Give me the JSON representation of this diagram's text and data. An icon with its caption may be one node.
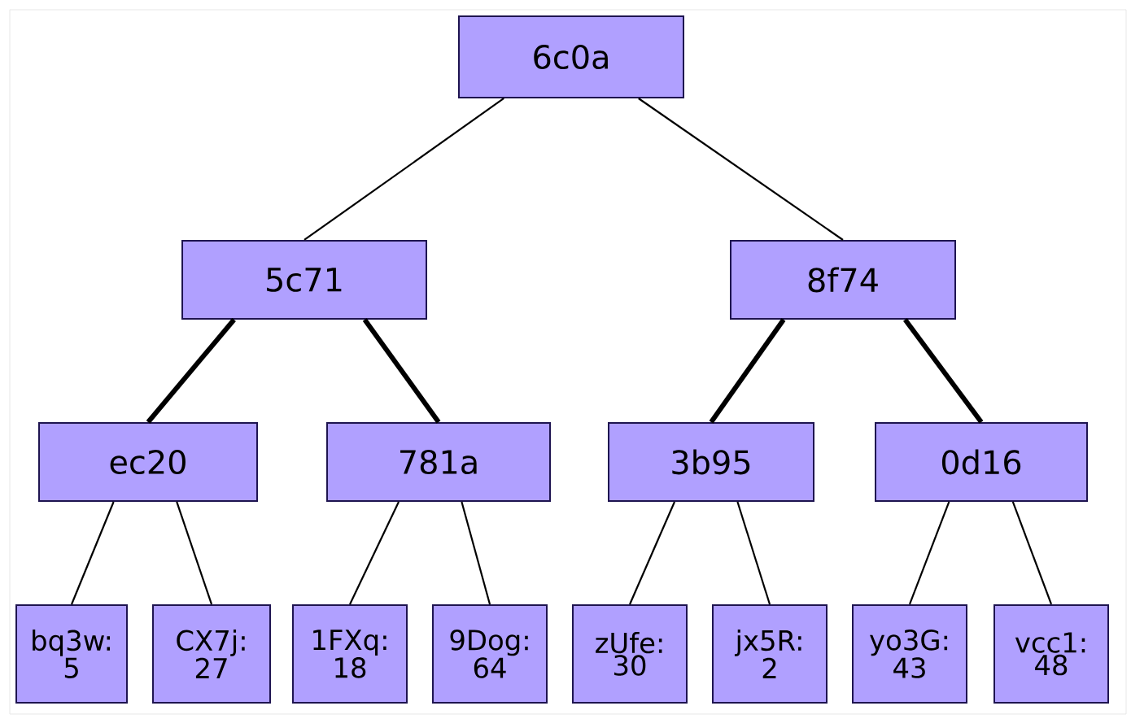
{
  "diagram": {
    "nodes": [
      {
        "text": [
          "6c0a"
        ]
      },
      {
        "text": [
          "5c71"
        ]
      },
      {
        "text": [
          "8f74"
        ]
      },
      {
        "text": [
          "ec20"
        ]
      },
      {
        "text": [
          "781a"
        ]
      },
      {
        "text": [
          "3b95"
        ]
      },
      {
        "text": [
          "0d16"
        ]
      },
      {
        "text": [
          "bq3w: 5"
        ]
      },
      {
        "text": [
          "CX7j: 27"
        ]
      },
      {
        "text": [
          "1FXq: 18"
        ]
      },
      {
        "text": [
          "9Dog: 64"
        ]
      },
      {
        "text": [
          "zUfe: 30"
        ]
      },
      {
        "text": [
          "jx5R: 2"
        ]
      },
      {
        "text": [
          "yo3G: 43"
        ]
      },
      {
        "text": [
          "vcc1: 48"
        ]
      }
    ],
    "edges": [
      {
        "from": 0,
        "to": 1,
        "arrow": "none"
      },
      {
        "from": 0,
        "to": 2,
        "arrow": "none"
      },
      {
        "from": 1,
        "to": 3,
        "arrow": "none",
        "style": "thick"
      },
      {
        "from": 1,
        "to": 4,
        "arrow": "none",
        "style": "thick"
      },
      {
        "from": 2,
        "to": 5,
        "arrow": "none",
        "style": "thick"
      },
      {
        "from": 2,
        "to": 6,
        "arrow": "none",
        "style": "thick"
      },
      {
        "from": 3,
        "to": 7,
        "arrow": "none"
      },
      {
        "from": 3,
        "to": 8,
        "arrow": "none"
      },
      {
        "from": 4,
        "to": 9,
        "arrow": "none"
      },
      {
        "from": 4,
        "to": 10,
        "arrow": "none"
      },
      {
        "from": 5,
        "to": 11,
        "arrow": "none"
      },
      {
        "from": 5,
        "to": 12,
        "arrow": "none"
      },
      {
        "from": 6,
        "to": 13,
        "arrow": "none"
      },
      {
        "from": 6,
        "to": 14,
        "arrow": "none"
      }
    ]
  }
}
